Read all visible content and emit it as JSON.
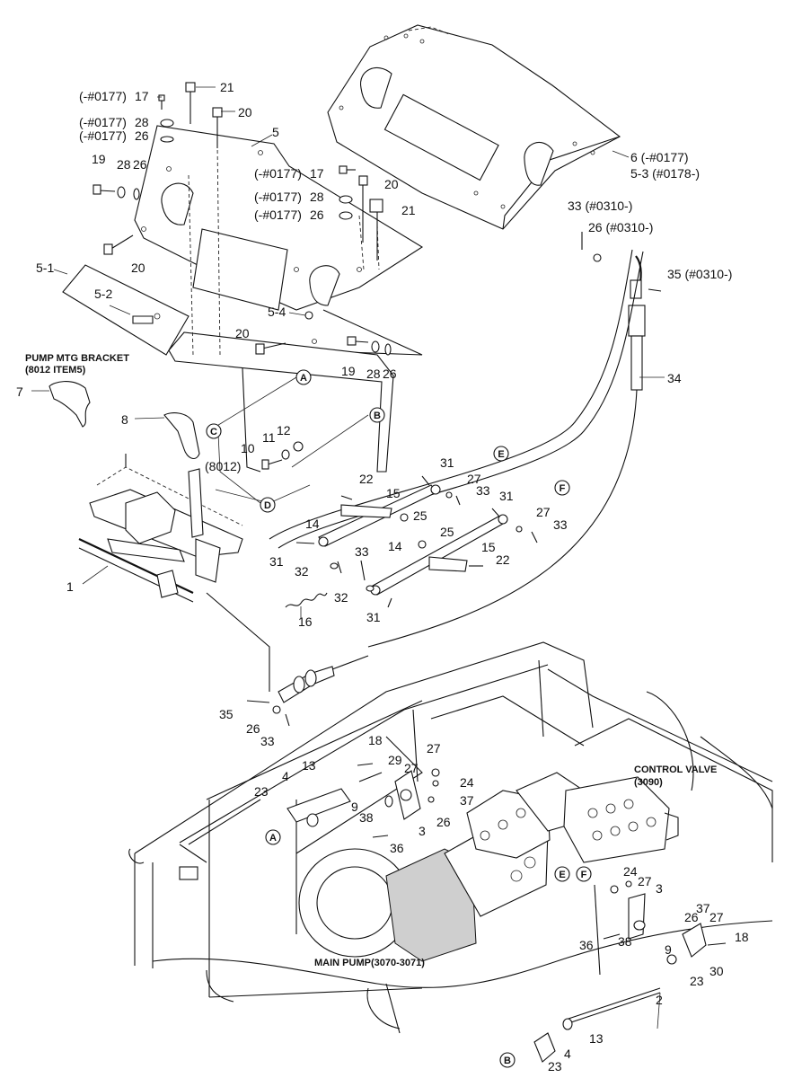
{
  "callouts": {
    "c17a": "17",
    "c17a_pre": "(-#0177)",
    "c21a": "21",
    "c20a": "20",
    "c28a": "28",
    "c28a_pre": "(-#0177)",
    "c26a": "26",
    "c26a_pre": "(-#0177)",
    "c5": "5",
    "c19a": "19",
    "c28b": "28",
    "c26b": "26",
    "c17b": "17",
    "c17b_pre": "(-#0177)",
    "c20b": "20",
    "c28c": "28",
    "c28c_pre": "(-#0177)",
    "c21b": "21",
    "c26c": "26",
    "c26c_pre": "(-#0177)",
    "c20c": "20",
    "c5_1": "5-1",
    "c5_2": "5-2",
    "c5_4": "5-4",
    "c20d": "20",
    "c19b": "19",
    "c28d": "28",
    "c26d": "26",
    "c6": "6 (-#0177)",
    "c5_3": "5-3 (#0178-)",
    "c33a": "33 (#0310-)",
    "c26e": "26 (#0310-)",
    "c35a": "35 (#0310-)",
    "c34": "34",
    "c7": "7",
    "c8": "8",
    "c10": "10",
    "c11": "11",
    "c12": "12",
    "c8012": "(8012)",
    "c31a": "31",
    "c27a": "27",
    "c33b": "33",
    "c22a": "22",
    "c15a": "15",
    "c31b": "31",
    "c27b": "27",
    "c33c": "33",
    "c14a": "14",
    "c25a": "25",
    "c25b": "25",
    "c31c": "31",
    "c33d": "33",
    "c14b": "14",
    "c15b": "15",
    "c22b": "22",
    "c32a": "32",
    "c32b": "32",
    "c31d": "31",
    "c1": "1",
    "c16": "16",
    "c35b": "35",
    "c26f": "26",
    "c33e": "33",
    "c18a": "18",
    "c4a": "4",
    "c13a": "13",
    "c29": "29",
    "c27c": "27",
    "c27d": "27",
    "c24a": "24",
    "c23a": "23",
    "c9a": "9",
    "c38a": "38",
    "c37a": "37",
    "c3a": "3",
    "c26g": "26",
    "c36a": "36",
    "c24b": "24",
    "c27e": "27",
    "c3b": "3",
    "c37b": "37",
    "c26h": "26",
    "c27f": "27",
    "c36b": "36",
    "c38b": "38",
    "c9b": "9",
    "c18b": "18",
    "c30": "30",
    "c23b": "23",
    "c2": "2",
    "c4b": "4",
    "c13b": "13",
    "c23c": "23"
  },
  "notes": {
    "pump_bracket_1": "PUMP MTG BRACKET",
    "pump_bracket_2": "(8012 ITEM5)",
    "control_valve_1": "CONTROL VALVE",
    "control_valve_2": "(3090)",
    "main_pump": "MAIN PUMP(3070-3071)"
  },
  "refs": {
    "A": "A",
    "B": "B",
    "C": "C",
    "D": "D",
    "E": "E",
    "F": "F"
  }
}
